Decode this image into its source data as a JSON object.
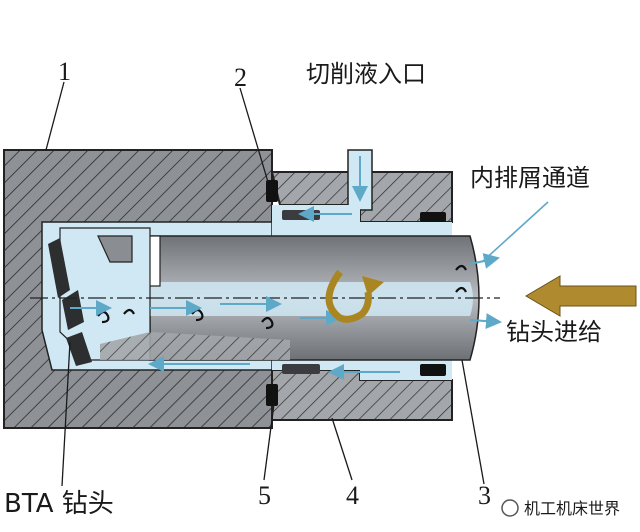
{
  "labels": {
    "n1": "1",
    "n2": "2",
    "n3": "3",
    "n4": "4",
    "n5": "5",
    "coolant_inlet": "切削液入口",
    "chip_channel": "内排屑通道",
    "drill_feed": "钻头进给",
    "bta_drill": "BTA 钻头"
  },
  "watermark": {
    "text": "机工机床世界"
  },
  "colors": {
    "housing_fill": "#8e9297",
    "coolant": "#cfe8f3",
    "bar": "#8a8d91",
    "arrow_feed": "#b08a2e",
    "rotation": "#a98622",
    "flow_arrow": "#5ea9c8",
    "seal": "#111111"
  }
}
